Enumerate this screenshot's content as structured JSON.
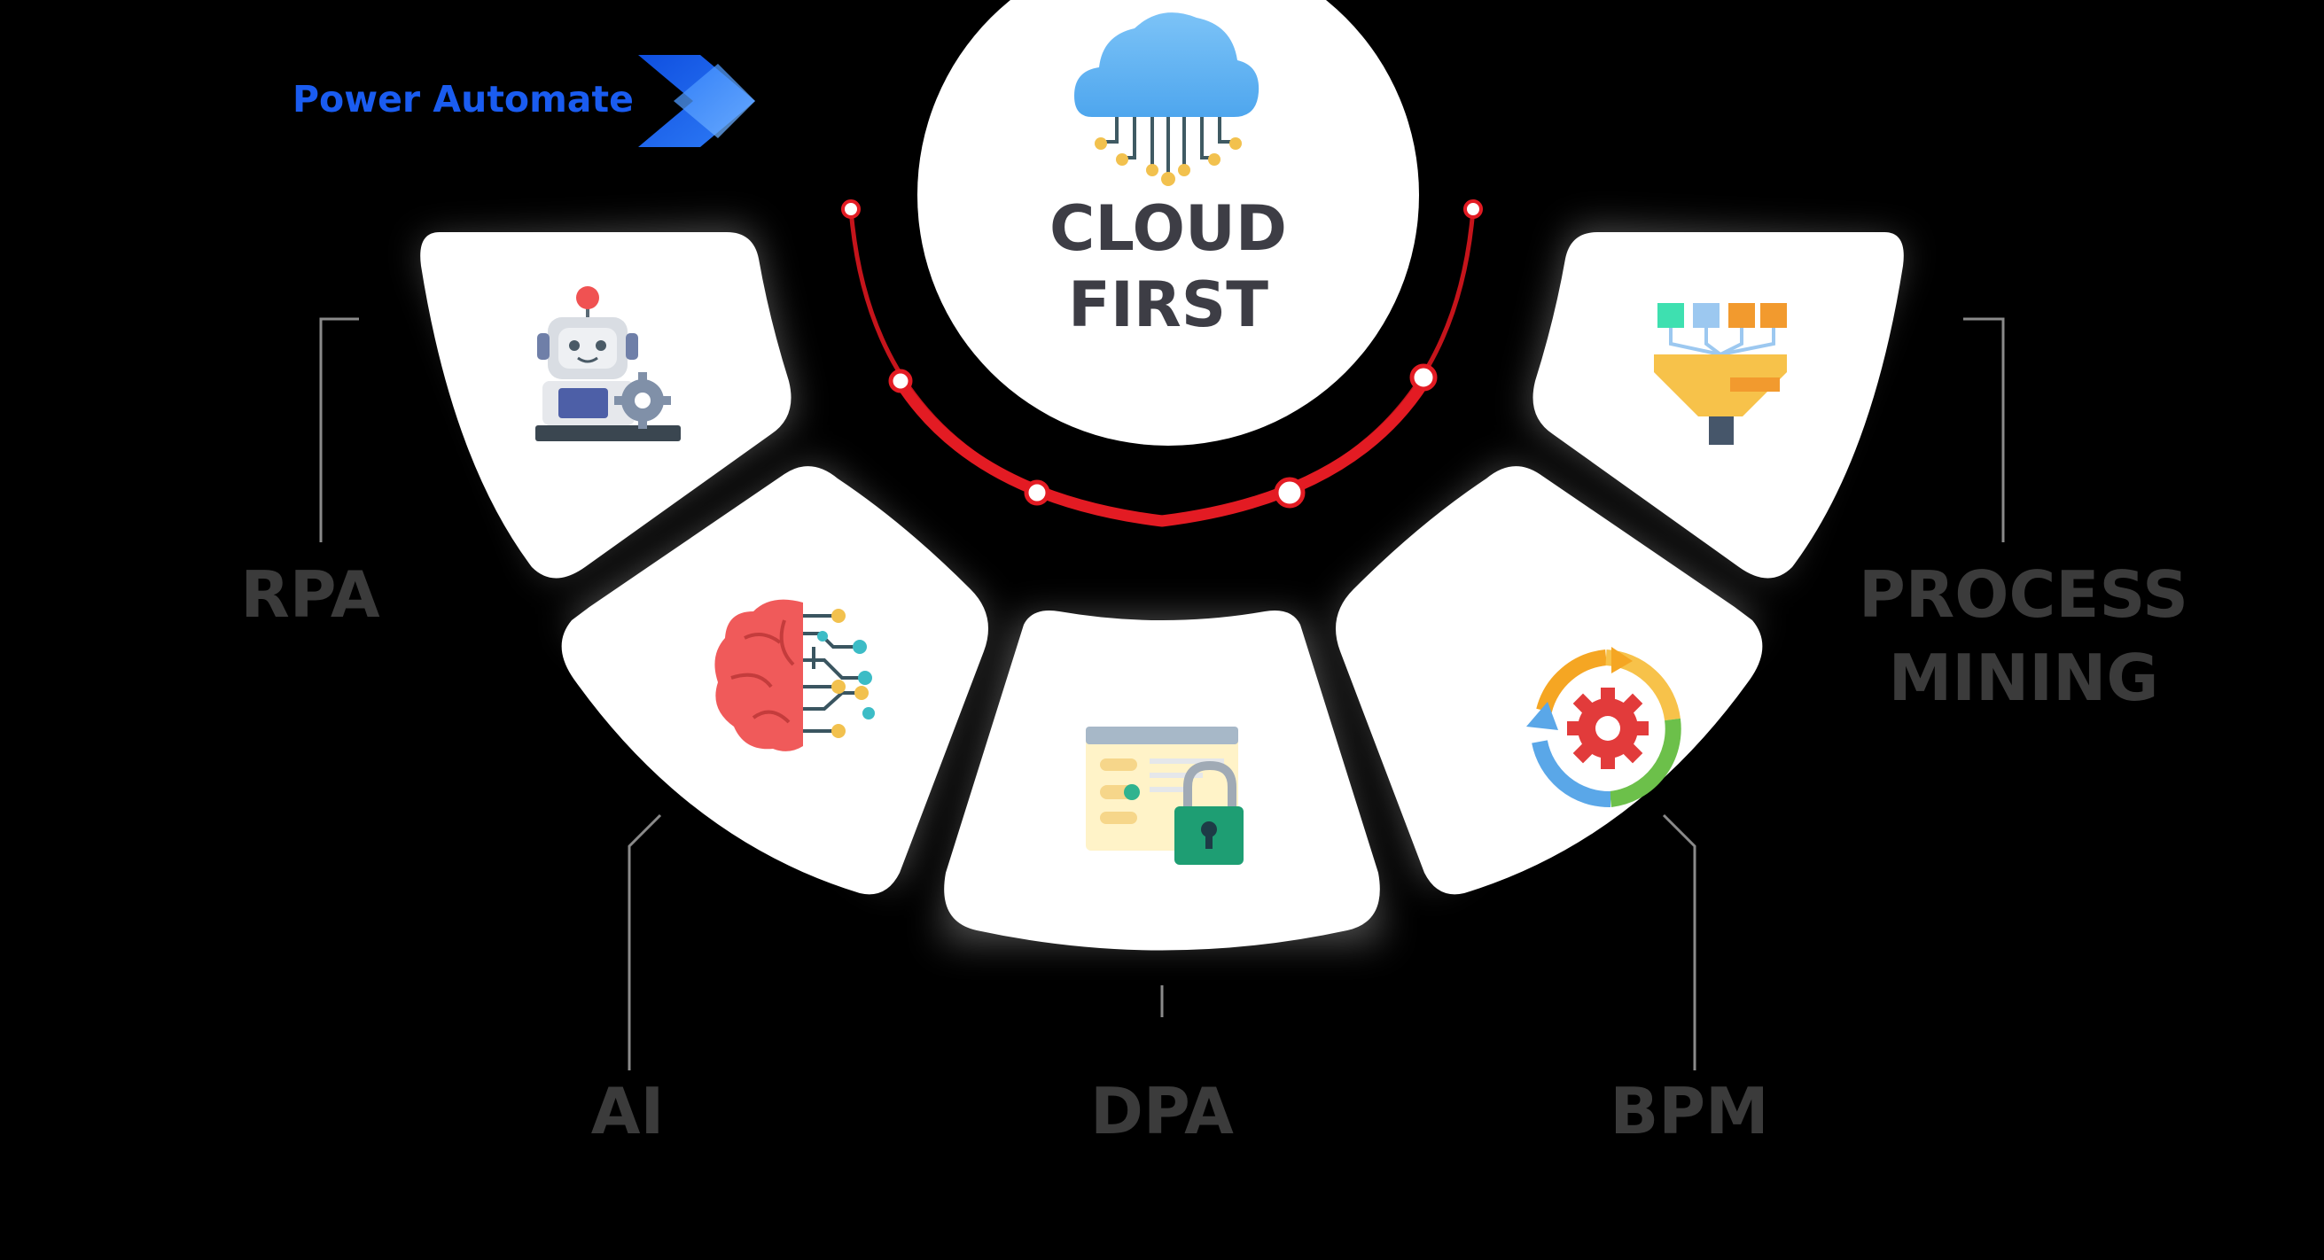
{
  "brand": {
    "name": "Power Automate",
    "color": "#1a5cf0",
    "logo_icon": "power-automate-chevron-icon"
  },
  "center": {
    "line1": "CLOUD",
    "line2": "FIRST",
    "icon": "cloud-network-icon"
  },
  "categories": [
    {
      "id": "rpa",
      "label_lines": [
        "RPA"
      ],
      "icon": "robot-icon"
    },
    {
      "id": "ai",
      "label_lines": [
        "AI"
      ],
      "icon": "brain-circuit-icon"
    },
    {
      "id": "dpa",
      "label_lines": [
        "DPA"
      ],
      "icon": "document-lock-icon"
    },
    {
      "id": "bpm",
      "label_lines": [
        "BPM"
      ],
      "icon": "gear-cycle-icon"
    },
    {
      "id": "process-mining",
      "label_lines": [
        "PROCESS",
        "MINING"
      ],
      "icon": "data-funnel-icon"
    }
  ],
  "colors": {
    "background": "#000000",
    "card": "#ffffff",
    "arc": "#e31b23",
    "label": "#3b3b3b",
    "connector": "#8a8a8a"
  }
}
